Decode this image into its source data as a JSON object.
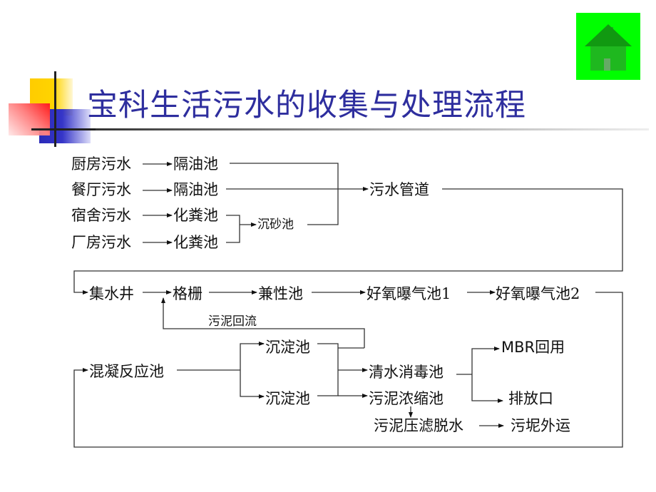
{
  "slide": {
    "title": "宝科生活污水的收集与处理流程",
    "home_button_label": "home",
    "colors": {
      "title": "#2e2e9e",
      "home_bg": "#00ff00",
      "home_house": "#009900",
      "line": "#333333"
    }
  },
  "diagram": {
    "sources": [
      {
        "label": "厨房污水",
        "target": "隔油池"
      },
      {
        "label": "餐厅污水",
        "target": "隔油池"
      },
      {
        "label": "宿舍污水",
        "target": "化粪池"
      },
      {
        "label": "厂房污水",
        "target": "化粪池"
      }
    ],
    "sand_tank": "沉砂池",
    "sewer_pipe": "污水管道",
    "main_line": [
      "集水井",
      "格栅",
      "兼性池",
      "好氧曝气池1",
      "好氧曝气池2"
    ],
    "sludge_return": "污泥回流",
    "coagulation": "混凝反应池",
    "settling": [
      "沉淀池",
      "沉淀池"
    ],
    "clear_water_tank": "清水消毒池",
    "sludge_thickener": "污泥浓缩池",
    "mbr_reuse": "MBR回用",
    "discharge": "排放口",
    "sludge_press": "污泥压滤脱水",
    "sludge_transport": "污坭外运"
  }
}
